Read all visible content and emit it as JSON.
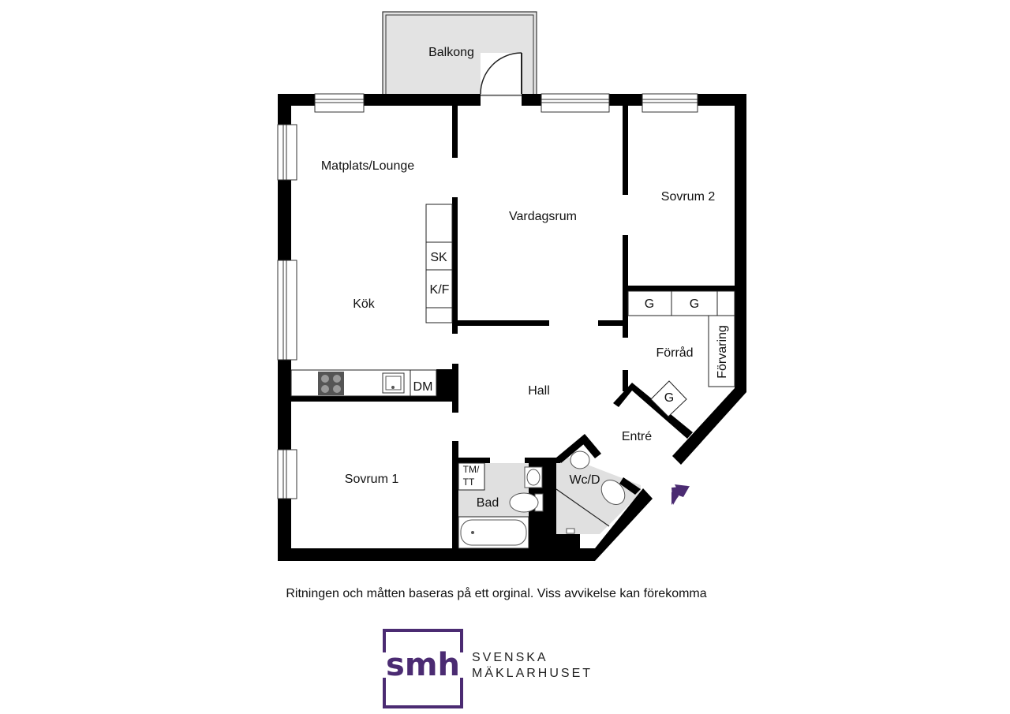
{
  "rooms": {
    "balkong": "Balkong",
    "matplats": "Matplats/Lounge",
    "vardagsrum": "Vardagsrum",
    "sovrum2": "Sovrum 2",
    "kok": "Kök",
    "forrad": "Förråd",
    "forvaring": "Förvaring",
    "hall": "Hall",
    "entre": "Entré",
    "sovrum1": "Sovrum 1",
    "bad": "Bad",
    "wcd": "Wc/D"
  },
  "fixtures": {
    "sk": "SK",
    "kf": "K/F",
    "dm": "DM",
    "g1": "G",
    "g2": "G",
    "g3": "G",
    "tm_line1": "TM/",
    "tm_line2": "TT"
  },
  "disclaimer": "Ritningen och måtten baseras på ett orginal. Viss avvikelse kan förekomma",
  "brand": {
    "logo_text": "smh",
    "name_line1": "SVENSKA",
    "name_line2": "MÄKLARHUSET",
    "color": "#4b2b72"
  },
  "colors": {
    "wall": "#000000",
    "wet_room": "#e0e0e0",
    "balcony": "#e3e3e3",
    "entrance_arrow": "#4b2b72"
  }
}
